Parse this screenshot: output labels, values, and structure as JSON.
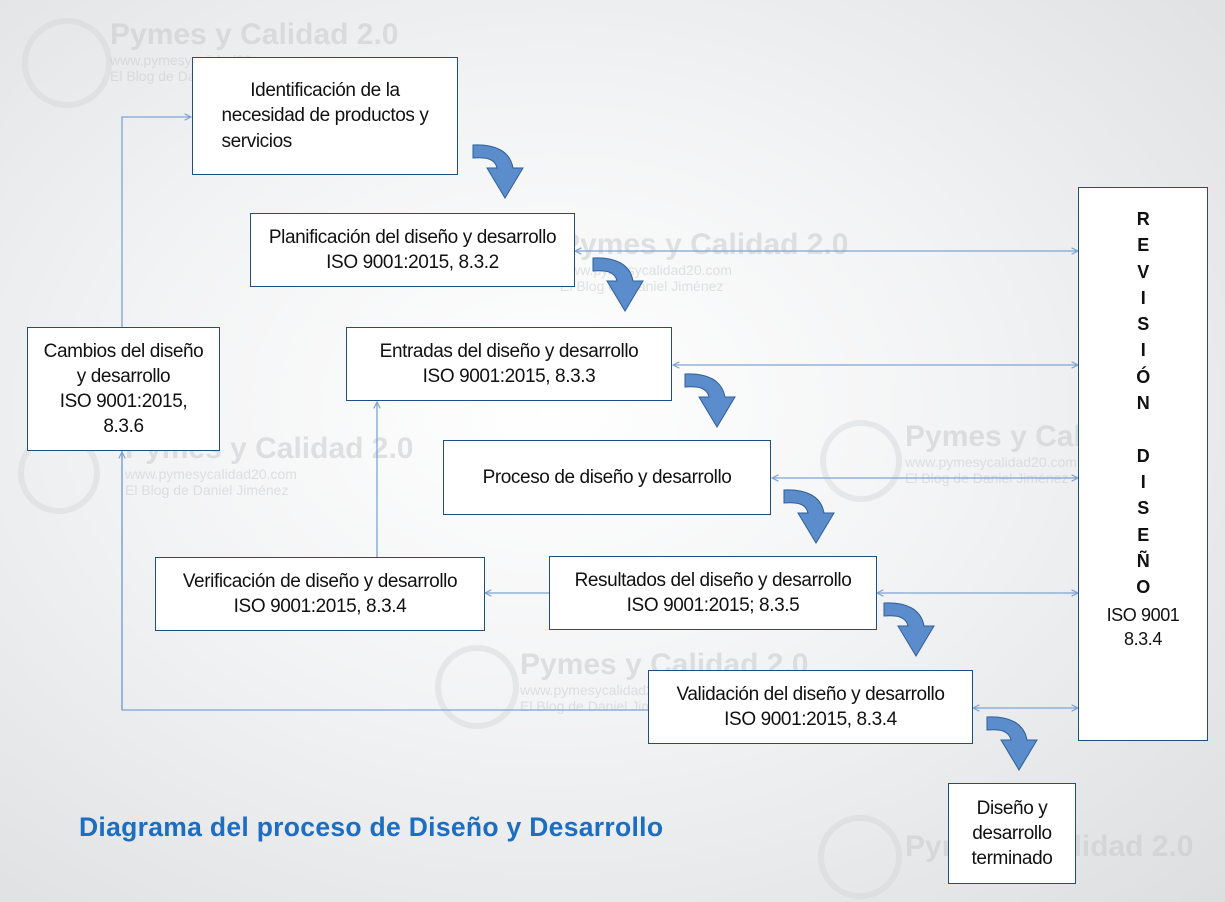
{
  "watermark": {
    "brand": "Pymes y Calidad 2.0",
    "url": "www.pymesycalidad20.com",
    "blog": "El Blog de Daniel Jiménez"
  },
  "boxes": {
    "identificacion": [
      "Identificación de la",
      "necesidad de productos y",
      "servicios"
    ],
    "planificacion": [
      "Planificación del diseño y desarrollo",
      "ISO 9001:2015, 8.3.2"
    ],
    "entradas": [
      "Entradas del diseño y desarrollo",
      "ISO 9001:2015, 8.3.3"
    ],
    "proceso": [
      "Proceso de diseño y desarrollo"
    ],
    "resultados": [
      "Resultados del diseño y desarrollo",
      "ISO 9001:2015; 8.3.5"
    ],
    "verificacion": [
      "Verificación de diseño y desarrollo",
      "ISO 9001:2015, 8.3.4"
    ],
    "validacion": [
      "Validación del diseño y desarrollo",
      "ISO 9001:2015, 8.3.4"
    ],
    "cambios": [
      "Cambios del diseño",
      "y desarrollo",
      "ISO 9001:2015,",
      "8.3.6"
    ],
    "terminado": [
      "Diseño y",
      "desarrollo",
      "terminado"
    ]
  },
  "revision": {
    "letters": [
      "R",
      "E",
      "V",
      "I",
      "S",
      "I",
      "Ó",
      "N",
      "",
      "D",
      "I",
      "S",
      "E",
      "Ñ",
      "O"
    ],
    "iso": [
      "ISO 9001",
      "8.3.4"
    ]
  },
  "title": "Diagrama del proceso de Diseño y Desarrollo",
  "colors": {
    "box_border": "#1f4f82",
    "connector": "#7fa3d3",
    "flow_arrow": "#5b8ccb",
    "title": "#1b6ec2"
  }
}
